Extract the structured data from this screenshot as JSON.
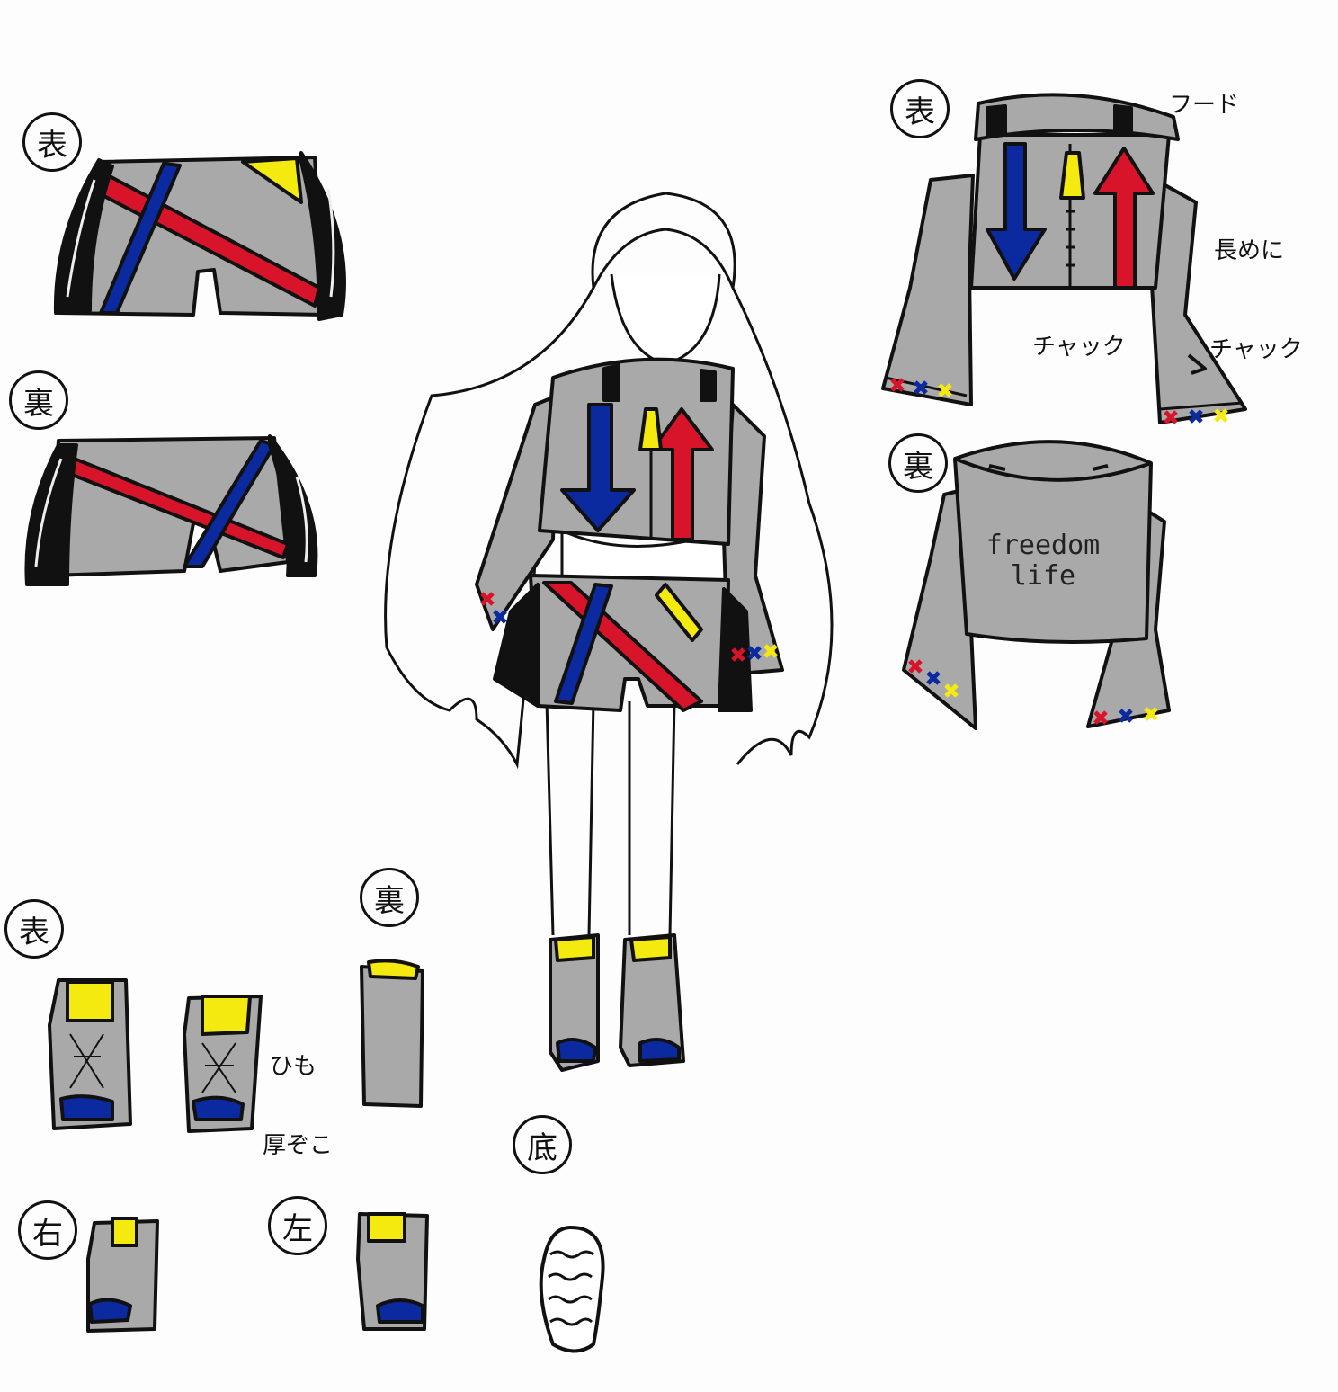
{
  "labels": {
    "shorts_front": "表",
    "shorts_back": "裏",
    "hoodie_front": "表",
    "hoodie_back": "裏",
    "shoes_front": "表",
    "shoes_back": "裏",
    "shoes_right": "右",
    "shoes_left": "左",
    "shoes_sole": "底"
  },
  "notes": {
    "hood": "フード",
    "longer": "長めに",
    "zipper_front": "チャック",
    "zipper_sleeve": "チャック",
    "laces": "ひも",
    "thick_sole": "厚ぞこ"
  },
  "back_print": {
    "line1": "freedom",
    "line2": "life"
  },
  "colors": {
    "gray": "#a9a9a9",
    "red": "#d8142a",
    "blue": "#0c2aa0",
    "yellow": "#f5ea10",
    "black": "#111111"
  }
}
